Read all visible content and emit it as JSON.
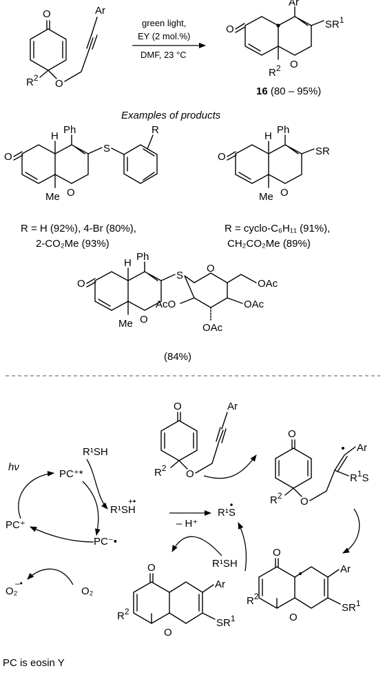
{
  "reaction": {
    "condition_line1": "green light,",
    "condition_line2": "EY (2 mol.%)",
    "condition_line3": "DMF, 23 °C",
    "product_number": "16",
    "product_yield": " (80 – 95%)"
  },
  "atoms": {
    "O": "O",
    "Ar": "Ar",
    "R2": "R",
    "sup2": "2",
    "SR1": "SR",
    "sup1": "1",
    "Ph": "Ph",
    "H": "H",
    "Me": "Me",
    "S": "S",
    "R": "R",
    "SR": "SR",
    "OAc": "OAc",
    "AcO": "AcO",
    "R1S": "R",
    "S_tail": "S"
  },
  "examples": {
    "heading": "Examples of products",
    "caption_a_line1": "R = H (92%), 4-Br (80%),",
    "caption_a_line2": "2-CO₂Me (93%)",
    "caption_b_line1": "R = cyclo-C₆H₁₁ (91%),",
    "caption_b_line2": "CH₂CO₂Me (89%)",
    "caption_c": "(84%)"
  },
  "mechanism": {
    "hv": "hν",
    "pc_star": "PC⁺*",
    "pc_plus": "PC⁺",
    "pc_radical_anion": "PC⁻•",
    "r1sh": "R¹SH",
    "r1sh_cation": "R¹SH",
    "cation_mark": "+•",
    "minus_h": "– H⁺",
    "thiyl": "R¹S",
    "o2": "O₂",
    "superoxide": "O₂",
    "superoxide_mark": "–•",
    "r1sh_bottom": "R¹SH",
    "footer": "PC is eosin Y"
  }
}
